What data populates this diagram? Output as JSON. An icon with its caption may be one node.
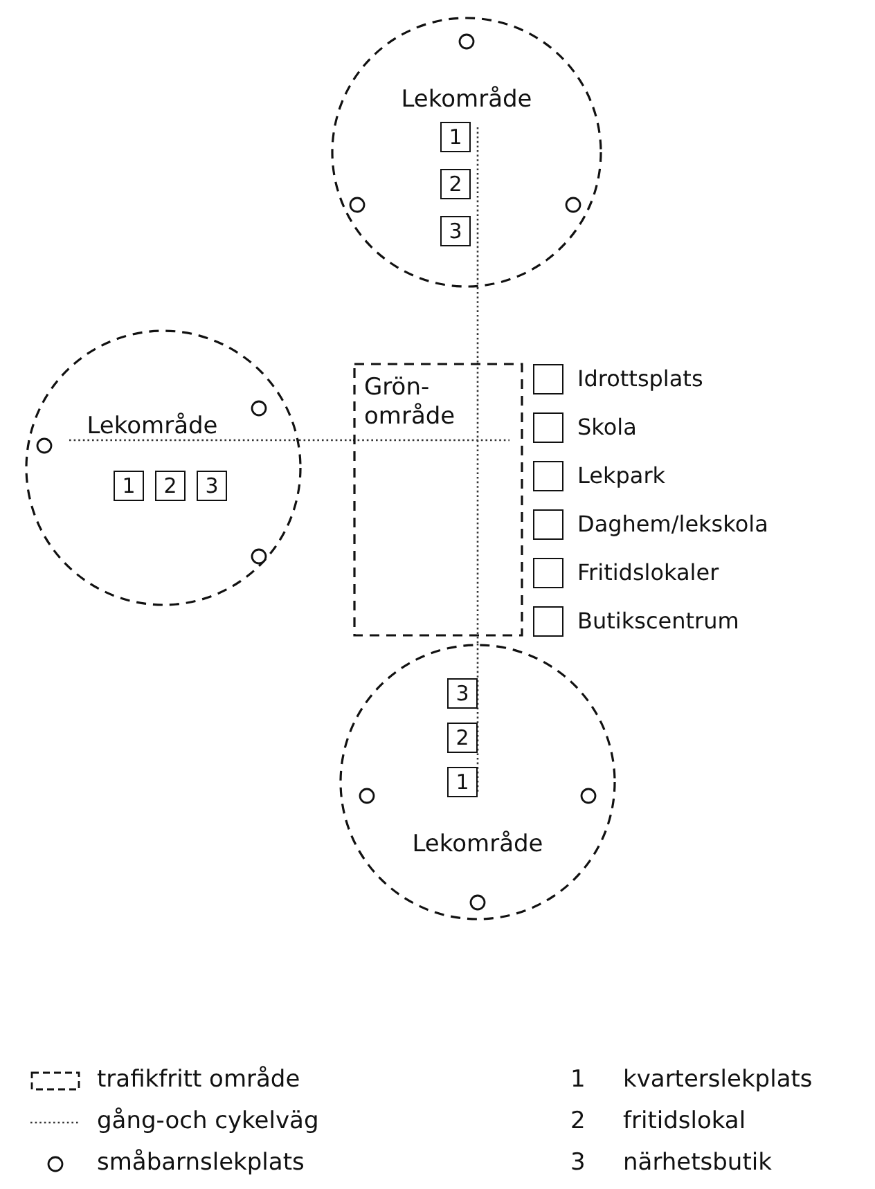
{
  "diagram": {
    "nodes": [
      {
        "text": [
          "Lekområde"
        ]
      },
      {
        "text": [
          "1"
        ],
        "in": 0
      },
      {
        "text": [
          "2"
        ],
        "in": 0
      },
      {
        "text": [
          "3"
        ],
        "in": 0
      },
      {
        "text": [
          "Lekområde"
        ]
      },
      {
        "text": [
          "1"
        ],
        "in": 4
      },
      {
        "text": [
          "2"
        ],
        "in": 4
      },
      {
        "text": [
          "3"
        ],
        "in": 4
      },
      {
        "text": [
          "Grön- område"
        ]
      },
      {
        "text": [],
        "shape": "box",
        "beside": [
          "Idrottsplats"
        ]
      },
      {
        "text": [],
        "shape": "box",
        "beside": [
          "Skola"
        ]
      },
      {
        "text": [],
        "shape": "box",
        "beside": [
          "Lekpark"
        ]
      },
      {
        "text": [],
        "shape": "box",
        "beside": [
          "Daghem/lekskola"
        ]
      },
      {
        "text": [],
        "shape": "box",
        "beside": [
          "Fritidslokaler"
        ]
      },
      {
        "text": [],
        "shape": "box",
        "beside": [
          "Butikscentrum"
        ]
      },
      {
        "text": [
          "Lekområde"
        ]
      },
      {
        "text": [
          "3"
        ],
        "in": 15
      },
      {
        "text": [
          "2"
        ],
        "in": 15
      },
      {
        "text": [
          "1"
        ],
        "in": 15
      }
    ],
    "edges": [
      {
        "from": 0,
        "to": 8,
        "arrow": "none"
      },
      {
        "from": 8,
        "to": 15,
        "arrow": "none"
      },
      {
        "from": 4,
        "to": 8,
        "arrow": "none"
      }
    ],
    "labels": [
      "1",
      "2",
      "3"
    ],
    "legend": [
      {
        "text": "trafikfritt område"
      },
      {
        "text": "gång-och cykelväg"
      },
      {
        "text": "småbarnslekplats"
      },
      {
        "text": "kvarterslekplats"
      },
      {
        "text": "fritidslokal"
      },
      {
        "text": "närhetsbutik"
      }
    ]
  }
}
